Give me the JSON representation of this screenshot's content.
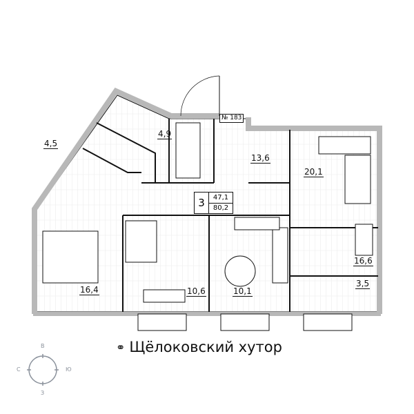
{
  "apartment": {
    "number_label": "№ 183",
    "rooms": "3",
    "living_area": "47,1",
    "total_area": "80,2"
  },
  "room_areas": [
    {
      "id": "bath-1",
      "area": "4,5"
    },
    {
      "id": "bath-2",
      "area": "4,9"
    },
    {
      "id": "hall",
      "area": "13,6"
    },
    {
      "id": "living",
      "area": "20,1"
    },
    {
      "id": "study",
      "area": "16,6"
    },
    {
      "id": "balcony",
      "area": "3,5"
    },
    {
      "id": "bedroom-main",
      "area": "16,4"
    },
    {
      "id": "bedroom-2",
      "area": "10,6"
    },
    {
      "id": "kitchen",
      "area": "10,1"
    }
  ],
  "brand": {
    "name": "Щёлоковский хутор",
    "icon": "binoculars-icon"
  },
  "compass": {
    "north": "С",
    "east": "В",
    "south": "Ю",
    "west": "З",
    "color": "#8a919b"
  },
  "colors": {
    "wall": "#b8b8b8",
    "line": "#111111"
  }
}
